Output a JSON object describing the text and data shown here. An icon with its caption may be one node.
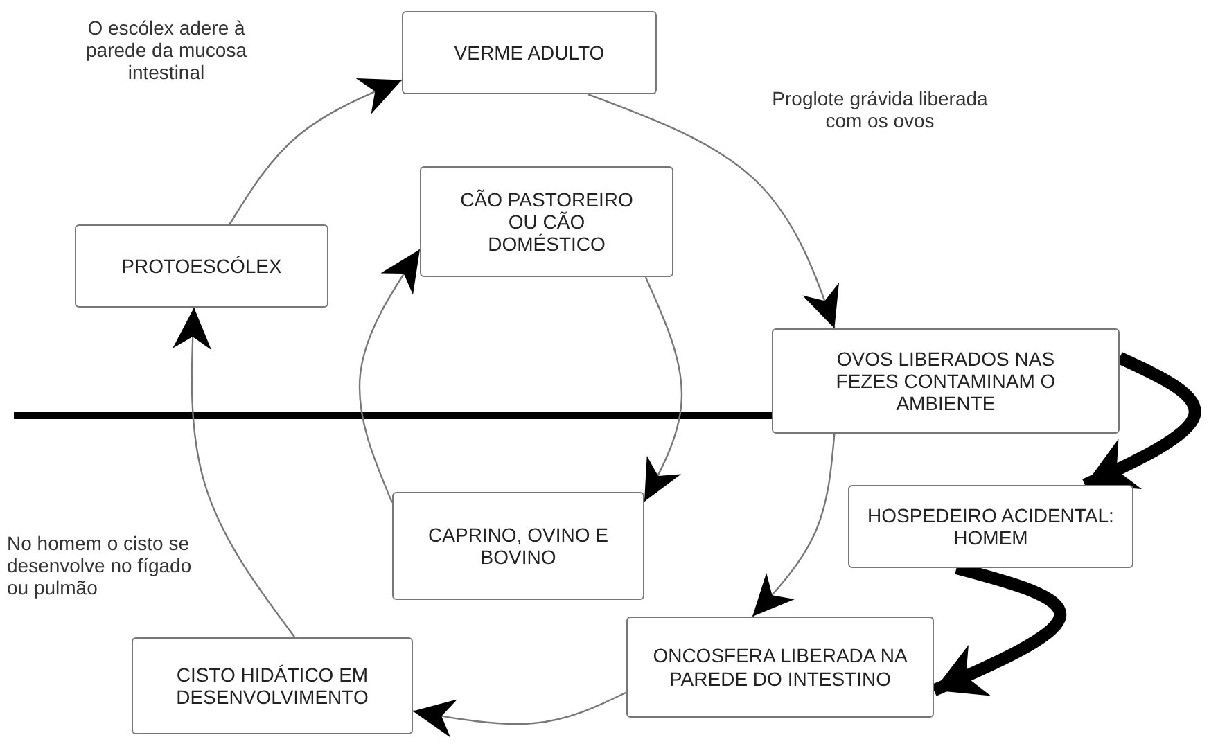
{
  "diagram": {
    "nodes": [
      {
        "text": [
          "VERME ADULTO"
        ]
      },
      {
        "text": [
          "CÃO PASTOREIRO OU CÃO DOMÉSTICO"
        ]
      },
      {
        "text": [
          "PROTOESCÓLEX"
        ]
      },
      {
        "text": [
          "OVOS LIBERADOS NAS FEZES CONTAMINAM O AMBIENTE"
        ]
      },
      {
        "text": [
          "CAPRINO, OVINO E BOVINO"
        ]
      },
      {
        "text": [
          "HOSPEDEIRO ACIDENTAL: HOMEM"
        ]
      },
      {
        "text": [
          "CISTO HIDÁTICO EM DESENVOLVIMENTO"
        ]
      },
      {
        "text": [
          "ONCOSFERA LIBERADA NA PAREDE DO INTESTINO"
        ]
      }
    ],
    "edges": [
      {
        "from": 2,
        "to": 0,
        "arrow": "to",
        "label": "O escólex adere à parede da mucosa intestinal"
      },
      {
        "from": 0,
        "to": 3,
        "arrow": "to",
        "label": "Proglote grávida liberada com os ovos"
      },
      {
        "from": 3,
        "to": 7,
        "arrow": "to"
      },
      {
        "from": 7,
        "to": 6,
        "arrow": "to"
      },
      {
        "from": 6,
        "to": 2,
        "arrow": "to",
        "label": "No homem o cisto se desenvolve no fígado ou pulmão"
      },
      {
        "from": 1,
        "to": 4,
        "arrow": "to"
      },
      {
        "from": 4,
        "to": 1,
        "arrow": "to"
      },
      {
        "from": 3,
        "to": 5,
        "arrow": "to",
        "style": "thick",
        "color": "#000000"
      },
      {
        "from": 5,
        "to": 7,
        "arrow": "to",
        "style": "thick",
        "color": "#000000"
      }
    ]
  }
}
